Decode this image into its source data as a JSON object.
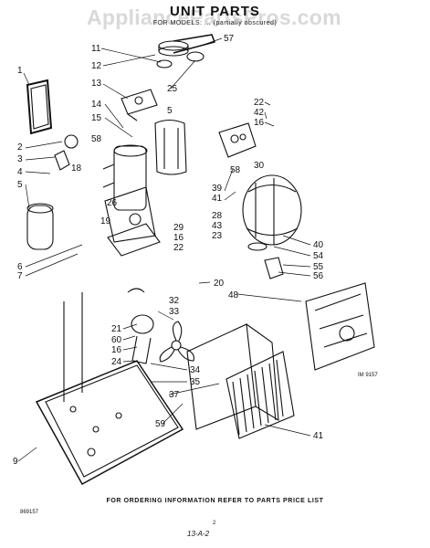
{
  "header": {
    "title": "UNIT PARTS",
    "subtitle": "FOR MODELS: ... (partially obscured)"
  },
  "watermark": "AppliancePartsPros.com",
  "footer": {
    "instructions": "FOR ORDERING INFORMATION REFER TO PARTS PRICE LIST",
    "code_left": "869157",
    "page_number": "2",
    "bottom_mark": "13-A-2",
    "image_code": "IM 9157"
  },
  "callouts": [
    "1",
    "2",
    "3",
    "4",
    "5",
    "6",
    "7",
    "9",
    "11",
    "12",
    "13",
    "14",
    "15",
    "58",
    "18",
    "5",
    "26",
    "19",
    "57",
    "25",
    "22",
    "42",
    "16",
    "30",
    "58",
    "39",
    "41",
    "28",
    "43",
    "23",
    "29",
    "16",
    "22",
    "40",
    "54",
    "55",
    "56",
    "20",
    "48",
    "32",
    "33",
    "21",
    "60",
    "16",
    "24",
    "34",
    "35",
    "37",
    "59",
    "41"
  ]
}
